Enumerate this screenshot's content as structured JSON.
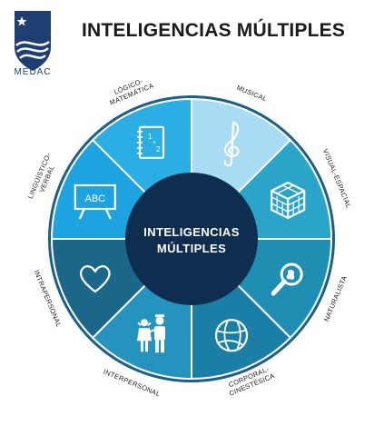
{
  "brand": {
    "name": "MEDAC"
  },
  "title": "INTELIGENCIAS MÚLTIPLES",
  "center": {
    "line1": "INTELIGENCIAS",
    "line2": "MÚLTIPLES"
  },
  "segments": [
    {
      "line1": "LÓGICO-",
      "line2": "MATEMÁTICA",
      "icon": "notebook-numbers-icon",
      "color": "#2aaee3"
    },
    {
      "line1": "MUSICAL",
      "line2": "",
      "icon": "treble-clef-icon",
      "color": "#a8dcf4"
    },
    {
      "line1": "VISUAL-ESPACIAL",
      "line2": "",
      "icon": "cube-puzzle-icon",
      "color": "#2aa4c8"
    },
    {
      "line1": "NATURALISTA",
      "line2": "",
      "icon": "magnifying-glass-icon",
      "color": "#1e8fb2"
    },
    {
      "line1": "CORPORAL-",
      "line2": "CINESTÉSICA",
      "icon": "ball-icon",
      "color": "#1a7ea6"
    },
    {
      "line1": "INTERPERSONAL",
      "line2": "",
      "icon": "two-children-icon",
      "color": "#2494bf"
    },
    {
      "line1": "INTRAPERSONAL",
      "line2": "",
      "icon": "heart-icon",
      "color": "#1a6789"
    },
    {
      "line1": "LINGÜÍSTICO-",
      "line2": "VERBAL",
      "icon": "abc-board-icon",
      "color": "#1da3e0"
    }
  ],
  "icons": {
    "abc_text": "ABC",
    "notebook_1": "1",
    "notebook_plus": "+",
    "notebook_2": "2"
  },
  "colors": {
    "center": "#0f2d4e",
    "outer_ring": "#1b5f86",
    "title": "#1b1b1b",
    "brand": "#1f3f73"
  }
}
